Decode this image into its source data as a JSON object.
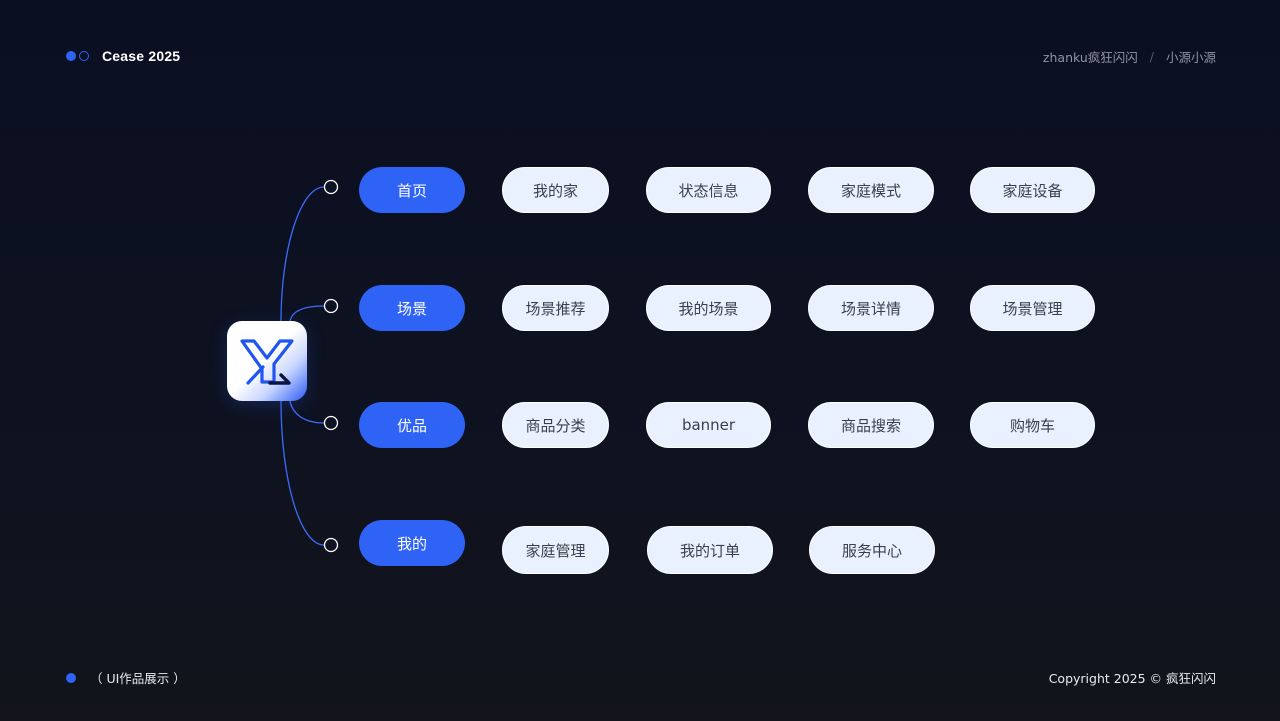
{
  "header": {
    "brand_title": "Cease 2025",
    "breadcrumb": [
      "zhanku疯狂闪闪",
      "小源小源"
    ],
    "breadcrumb_separator": "/"
  },
  "footer": {
    "caption": "（ UI作品展示 ）",
    "copyright": "Copyright 2025  © 疯狂闪闪"
  },
  "mindmap": {
    "branches": [
      {
        "label": "首页",
        "children": [
          "我的家",
          "状态信息",
          "家庭模式",
          "家庭设备"
        ]
      },
      {
        "label": "场景",
        "children": [
          "场景推荐",
          "我的场景",
          "场景详情",
          "场景管理"
        ]
      },
      {
        "label": "优品",
        "children": [
          "商品分类",
          "banner",
          "商品搜索",
          "购物车"
        ]
      },
      {
        "label": "我的",
        "children": [
          "家庭管理",
          "我的订单",
          "服务中心"
        ]
      }
    ]
  },
  "colors": {
    "accent": "#2e63f6",
    "pill_light": "#e9f1ff",
    "background": "#0c1122",
    "connector": "#3b6cff"
  },
  "icons": {
    "app_logo": "stylized-y-logo-icon"
  }
}
